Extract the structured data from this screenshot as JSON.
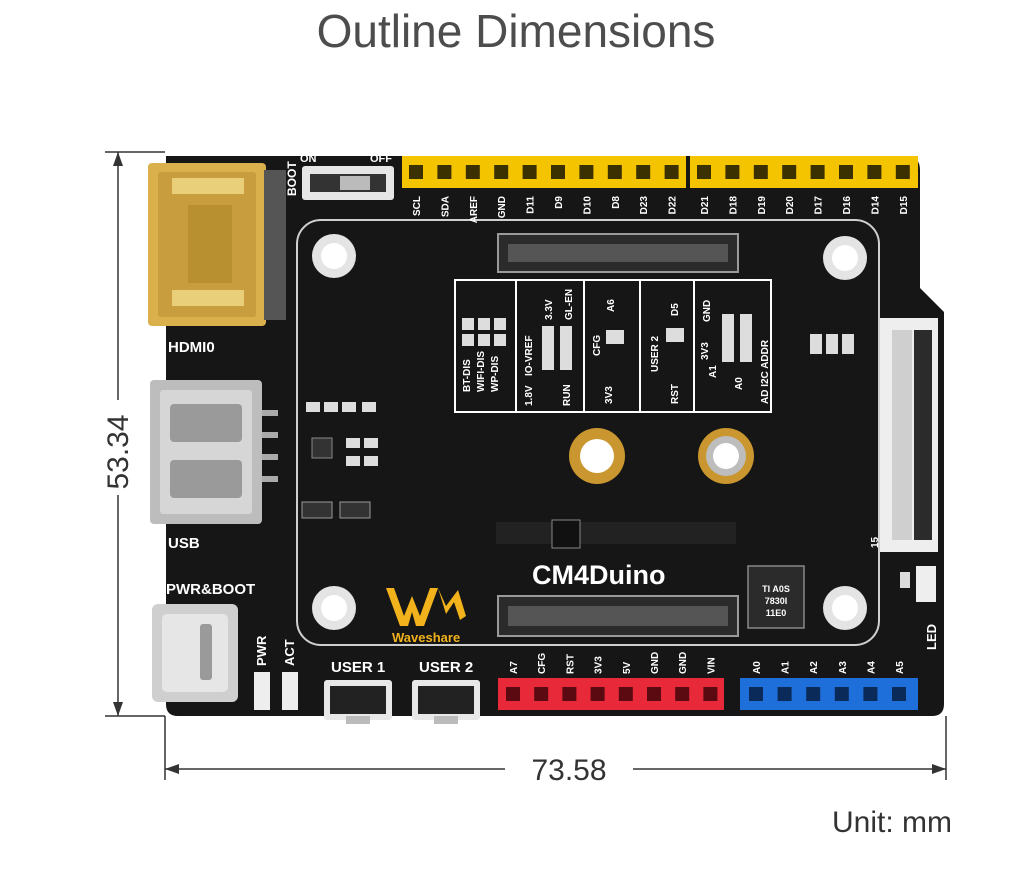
{
  "title": "Outline Dimensions",
  "unit_label": "Unit: mm",
  "dimensions": {
    "width": "73.58",
    "height": "53.34"
  },
  "board": {
    "name": "CM4Duino",
    "brand": "Waveshare",
    "port_labels": {
      "hdmi": "HDMI0",
      "usb": "USB",
      "pwr_boot": "PWR&BOOT",
      "boot": "BOOT",
      "on": "ON",
      "off": "OFF",
      "pwr": "PWR",
      "act": "ACT",
      "led": "LED",
      "user1": "USER 1",
      "user2": "USER 2"
    },
    "top_header_left": [
      "SCL",
      "SDA",
      "AREF",
      "GND",
      "D11",
      "D9",
      "D10",
      "D8",
      "D23",
      "D22"
    ],
    "top_header_right": [
      "D21",
      "D18",
      "D19",
      "D20",
      "D17",
      "D16",
      "D14",
      "D15"
    ],
    "bottom_header_power": [
      "A7",
      "CFG",
      "RST",
      "3V3",
      "5V",
      "GND",
      "GND",
      "VIN"
    ],
    "bottom_header_analog": [
      "A0",
      "A1",
      "A2",
      "A3",
      "A4",
      "A5"
    ],
    "jumper_labels": [
      "BT-DIS",
      "WIFI-DIS",
      "WP-DIS",
      "IO-VREF",
      "1.8V",
      "RUN",
      "3.3V",
      "GL-EN",
      "CFG",
      "3V3",
      "A6",
      "USER 2",
      "RST",
      "D5",
      "3V3",
      "A1",
      "A0",
      "GND",
      "AD I2C ADDR"
    ],
    "chip_text": [
      "TI A0S",
      "7830I",
      "11E0"
    ],
    "conn_number": "15"
  },
  "colors": {
    "board": "#161616",
    "header_yellow": "#f5c400",
    "header_red": "#e8293a",
    "header_blue": "#1e6fd9",
    "gold": "#d7b45a"
  }
}
